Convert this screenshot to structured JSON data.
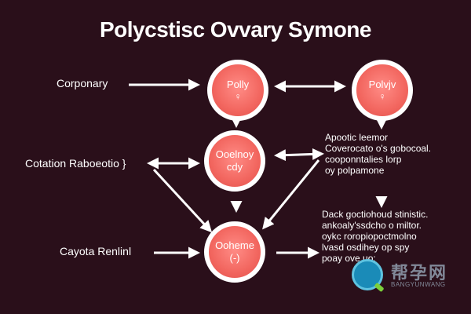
{
  "title": "Polycstisc Ovvary Symone",
  "left_labels": [
    {
      "text": "Corponary"
    },
    {
      "text": "Cotation Raboeotio }"
    },
    {
      "text": "Cayota Renlinl"
    }
  ],
  "nodes": [
    {
      "label": "Polly",
      "symbol": "♀"
    },
    {
      "label": "Polvjv",
      "symbol": "♀"
    },
    {
      "label": "Ooelnoy",
      "sublabel": "cdy"
    },
    {
      "label": "Ooheme",
      "sublabel": "(-)"
    }
  ],
  "text_blocks": [
    {
      "lines": [
        "Apootic leemor",
        "Coverocato o's gobocoal.",
        "cooponntalies lorp",
        "oy polpamone"
      ]
    },
    {
      "lines": [
        "Dack goctiohoud stinistic.",
        "ankoaly'ssdcho o miltor.",
        "oykc roropiopoctmolno",
        "lvasd osdihey op spy",
        "poay ove uo:"
      ]
    }
  ],
  "watermark": {
    "cn": "帮孕网",
    "en": "BANGYUNWANG"
  },
  "colors": {
    "background": "#2a0f1a",
    "node_fill": "#f2665f",
    "node_border": "#ffffff",
    "arrow": "#ffffff"
  }
}
